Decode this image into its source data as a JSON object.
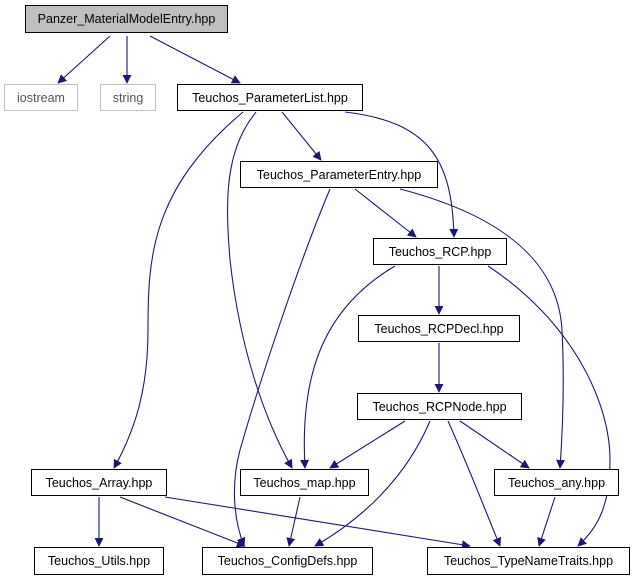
{
  "colors": {
    "edge": "#191970",
    "root_fill": "#bfbfbf",
    "external_border": "#bfbfbf"
  },
  "nodes": {
    "root": "Panzer_MaterialModelEntry.hpp",
    "iostream": "iostream",
    "string": "string",
    "parameter_list": "Teuchos_ParameterList.hpp",
    "parameter_entry": "Teuchos_ParameterEntry.hpp",
    "rcp": "Teuchos_RCP.hpp",
    "rcp_decl": "Teuchos_RCPDecl.hpp",
    "rcp_node": "Teuchos_RCPNode.hpp",
    "array": "Teuchos_Array.hpp",
    "map": "Teuchos_map.hpp",
    "any": "Teuchos_any.hpp",
    "utils": "Teuchos_Utils.hpp",
    "config_defs": "Teuchos_ConfigDefs.hpp",
    "type_name_traits": "Teuchos_TypeNameTraits.hpp"
  }
}
